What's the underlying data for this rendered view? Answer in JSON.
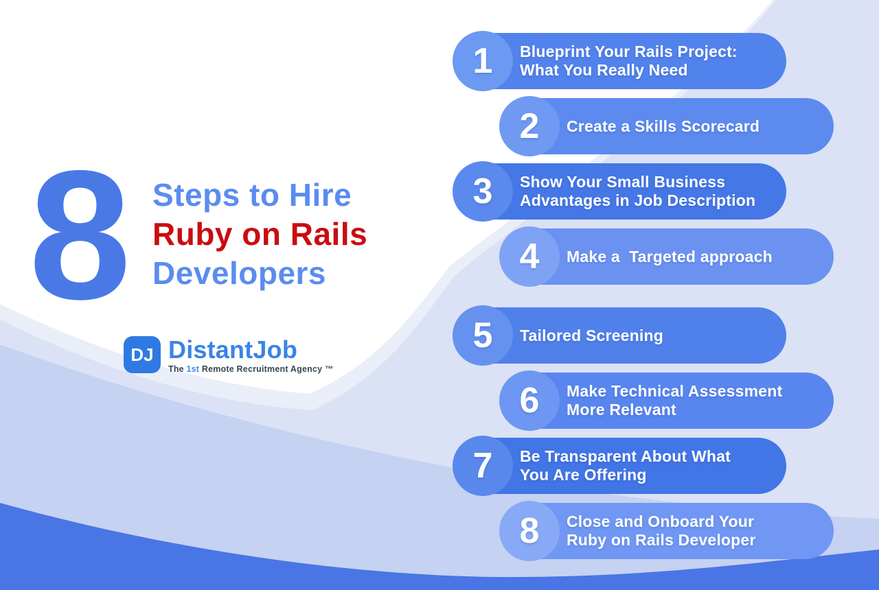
{
  "headline": {
    "big_number": "8",
    "line1": "Steps to Hire",
    "line2": "Ruby on Rails",
    "line3": "Developers",
    "big_number_color": "#4a79e6",
    "blue_color": "#5b8cef",
    "red_color": "#c90d10"
  },
  "logo": {
    "initials": "DJ",
    "name": "DistantJob",
    "tagline_prefix": "The ",
    "tagline_highlight": "1st",
    "tagline_suffix": " Remote Recruitment Agency ™",
    "badge_color": "#2e7ae2",
    "name_color": "#3b83e7",
    "tagline_color": "#37474f",
    "tagline_highlight_color": "#3e8cef"
  },
  "steps": [
    {
      "number": "1",
      "line1": "Blueprint Your Rails Project:",
      "line2": "What You Really Need",
      "pill_color": "#5282eb",
      "circle_color": "#6c99f2"
    },
    {
      "number": "2",
      "line1": "Create a Skills Scorecard",
      "line2": "",
      "pill_color": "#5c8aef",
      "circle_color": "#7099f2"
    },
    {
      "number": "3",
      "line1": "Show Your Small Business",
      "line2": "Advantages in Job Description",
      "pill_color": "#4577e6",
      "circle_color": "#5b89ed"
    },
    {
      "number": "4",
      "line1": "Make a  Targeted approach",
      "line2": "",
      "pill_color": "#6b92f1",
      "circle_color": "#7fa3f4"
    },
    {
      "number": "5",
      "line1": "Tailored Screening",
      "line2": "",
      "pill_color": "#5080ea",
      "circle_color": "#6691ef"
    },
    {
      "number": "6",
      "line1": "Make Technical Assessment",
      "line2": "More Relevant",
      "pill_color": "#5886ee",
      "circle_color": "#6d97f2"
    },
    {
      "number": "7",
      "line1": "Be Transparent About What",
      "line2": "You Are Offering",
      "pill_color": "#4275e5",
      "circle_color": "#5988ec"
    },
    {
      "number": "8",
      "line1": "Close and Onboard Your",
      "line2": "Ruby on Rails Developer",
      "pill_color": "#7097f3",
      "circle_color": "#88aaf6"
    }
  ],
  "background": {
    "base_color": "#ffffff",
    "faint_wave_color": "#eaeef9",
    "lavender_wave_color": "#dbe2f5",
    "mid_wave_color": "#c5d2f1",
    "bottom_wave_color": "#4a75e4"
  }
}
